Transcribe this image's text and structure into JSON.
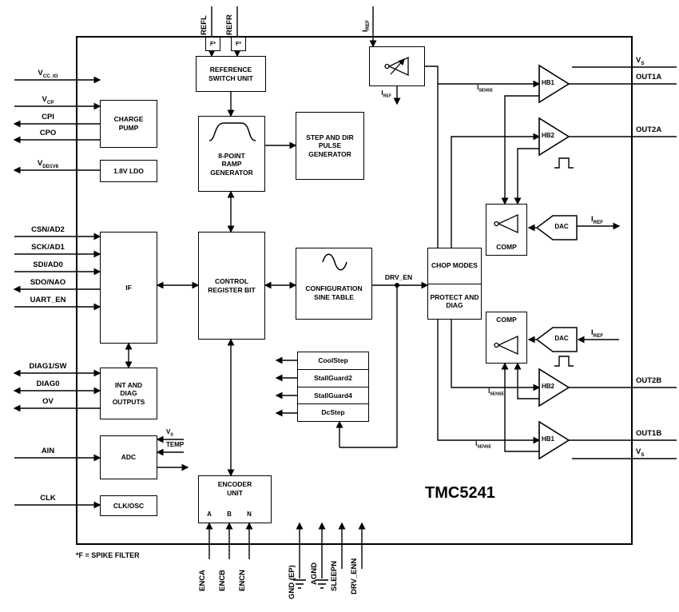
{
  "chip": {
    "name": "TMC5241",
    "note": "*F = SPIKE FILTER"
  },
  "colors": {
    "line": "#000000",
    "background": "#ffffff"
  },
  "blocks": {
    "reference_switch_unit": "REFERENCE SWITCH UNIT",
    "charge_pump": "CHARGE PUMP",
    "ldo": "1.8V LDO",
    "ramp_generator": "8-POINT RAMP GENERATOR",
    "step_dir": "STEP AND DIR PULSE GENERATOR",
    "interface": "IF",
    "control_register": "CONTROL REGISTER BIT",
    "sine_table": "CONFIGURATION SINE TABLE",
    "int_diag": "INT AND DIAG OUTPUTS",
    "adc": "ADC",
    "clk_osc": "CLK/OSC",
    "encoder": "ENCODER UNIT",
    "encoder_pins": [
      "A",
      "B",
      "N"
    ],
    "features": [
      "CoolStep",
      "StallGuard2",
      "StallGuard4",
      "DcStep"
    ],
    "chop_modes": "CHOP MODES",
    "protect_diag": "PROTECT AND DIAG",
    "comp": "COMP",
    "dac": "DAC",
    "hb1": "HB1",
    "hb2": "HB2",
    "filter_box": "F*"
  },
  "pins": {
    "left": [
      {
        "main": "V",
        "sub": "CC_IO"
      },
      {
        "main": "V",
        "sub": "CP"
      },
      {
        "main": "CPI"
      },
      {
        "main": "CPO"
      },
      {
        "main": "V",
        "sub": "DD1V8"
      },
      {
        "main": "CSN/AD2"
      },
      {
        "main": "SCK/AD1"
      },
      {
        "main": "SDI/AD0"
      },
      {
        "main": "SDO/NAO"
      },
      {
        "main": "UART_EN"
      },
      {
        "main": "DIAG1/SW"
      },
      {
        "main": "DIAG0"
      },
      {
        "main": "OV"
      },
      {
        "main": "AIN"
      },
      {
        "main": "CLK"
      }
    ],
    "top": [
      {
        "main": "REFL"
      },
      {
        "main": "REFR"
      },
      {
        "main": "I",
        "sub": "REF"
      }
    ],
    "right": [
      {
        "main": "V",
        "sub": "S"
      },
      {
        "main": "OUT1A"
      },
      {
        "main": "OUT2A"
      },
      {
        "main": "I",
        "sub": "REF"
      },
      {
        "main": "I",
        "sub": "REF"
      },
      {
        "main": "OUT2B"
      },
      {
        "main": "OUT1B"
      },
      {
        "main": "V",
        "sub": "S"
      }
    ],
    "bottom": [
      {
        "main": "ENCA"
      },
      {
        "main": "ENCB"
      },
      {
        "main": "ENCN"
      },
      {
        "main": "GND (EP)"
      },
      {
        "main": "AGND"
      },
      {
        "main": "SLEEPN"
      },
      {
        "main": "DRV_ENN"
      }
    ]
  },
  "signals": {
    "drv_en": "DRV_EN",
    "iref_internal": {
      "main": "I",
      "sub": "REF"
    },
    "isense": {
      "main": "I",
      "sub": "SENSE"
    },
    "vs_adc": {
      "main": "V",
      "sub": "S"
    },
    "temp": "TEMP"
  }
}
